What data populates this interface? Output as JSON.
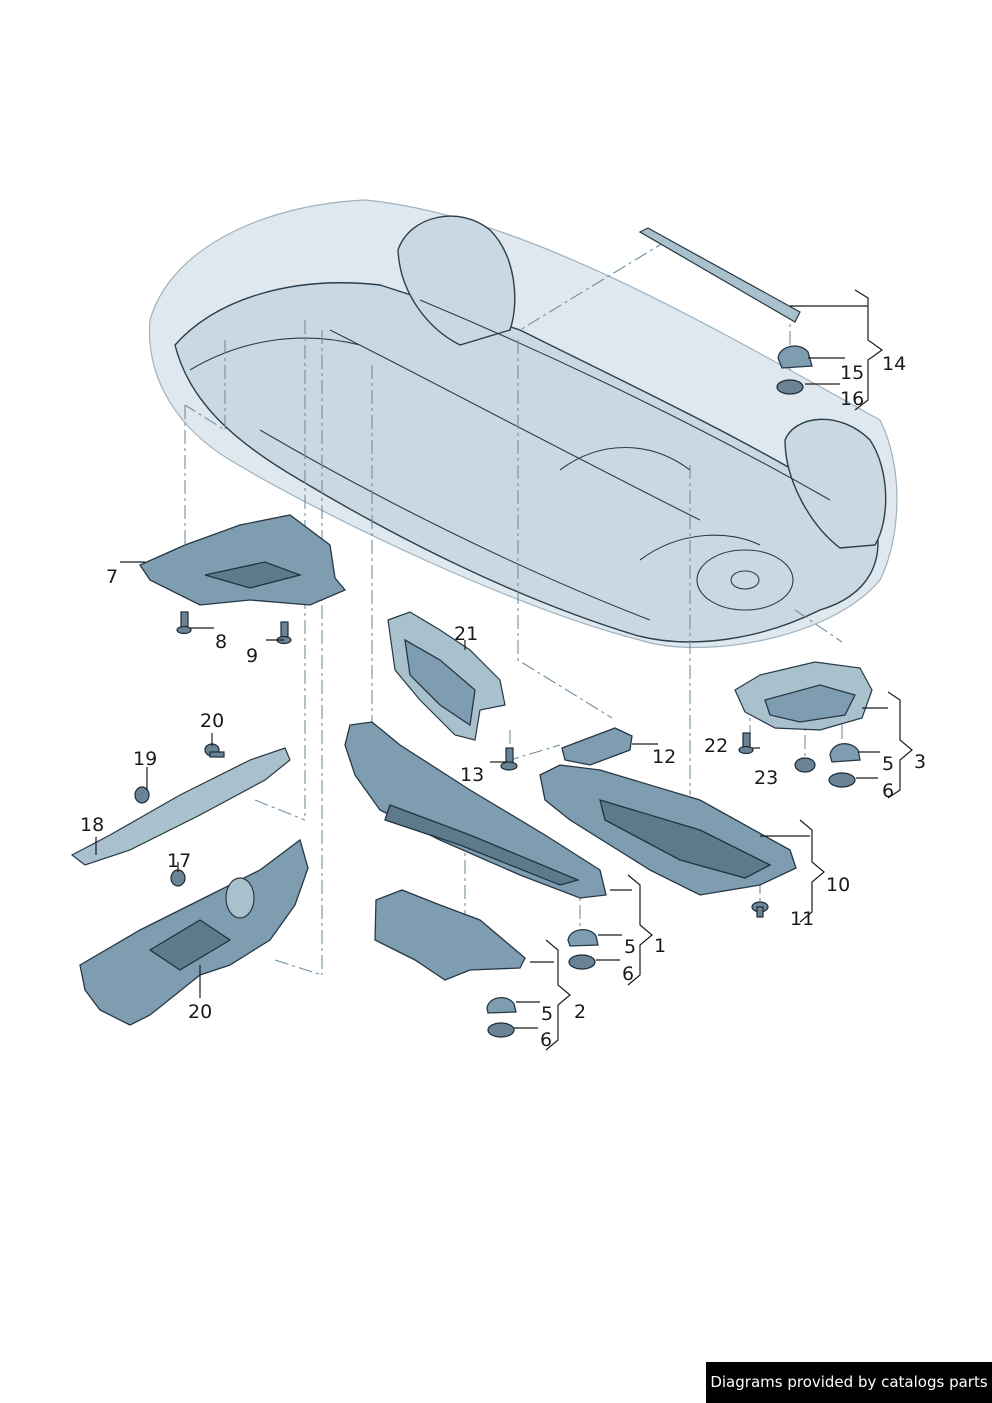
{
  "callouts": {
    "c1": "1",
    "c2": "2",
    "c3": "3",
    "c5a": "5",
    "c5b": "5",
    "c5c": "5",
    "c6a": "6",
    "c6b": "6",
    "c6c": "6",
    "c7": "7",
    "c8": "8",
    "c9": "9",
    "c10": "10",
    "c11": "11",
    "c12": "12",
    "c13": "13",
    "c14": "14",
    "c15": "15",
    "c16": "16",
    "c17": "17",
    "c18": "18",
    "c19": "19",
    "c20a": "20",
    "c20b": "20",
    "c21": "21",
    "c22": "22",
    "c23": "23"
  },
  "watermark": "Diagrams provided by catalogs parts",
  "colors": {
    "panel": "#7f9db0",
    "body": "#c9d8e2",
    "line": "#2b3e4c",
    "dash": "#6f8fa3"
  }
}
